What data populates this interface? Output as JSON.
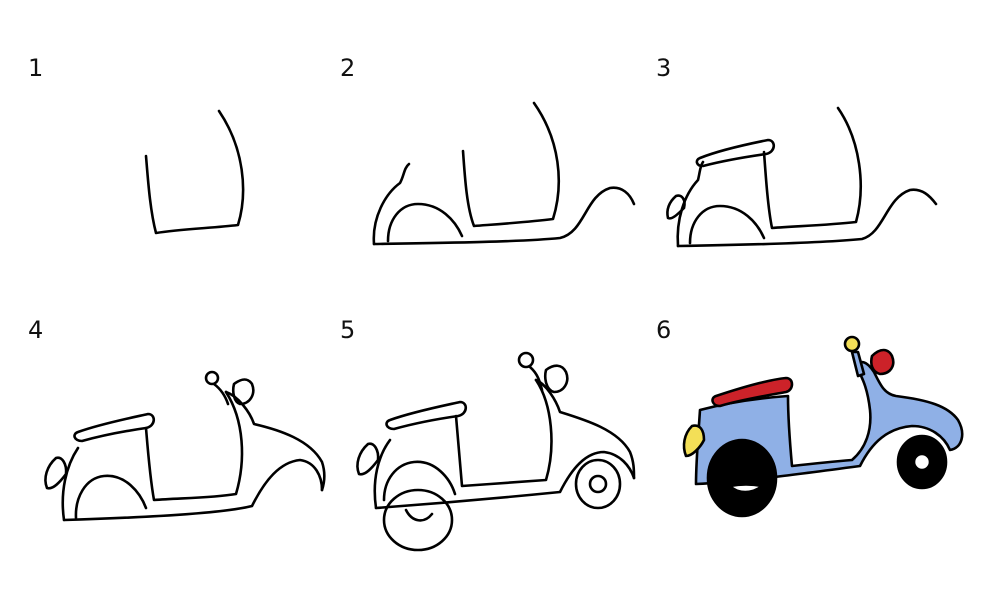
{
  "steps": [
    {
      "number": "1"
    },
    {
      "number": "2"
    },
    {
      "number": "3"
    },
    {
      "number": "4"
    },
    {
      "number": "5"
    },
    {
      "number": "6"
    }
  ],
  "colors": {
    "scooter_body": "#8fb0e6",
    "seat": "#cc2229",
    "wheel": "#000000",
    "headlight": "#f3df57",
    "mirror": "#cc2229",
    "tail_light": "#f3df57",
    "background": "#ffffff"
  }
}
